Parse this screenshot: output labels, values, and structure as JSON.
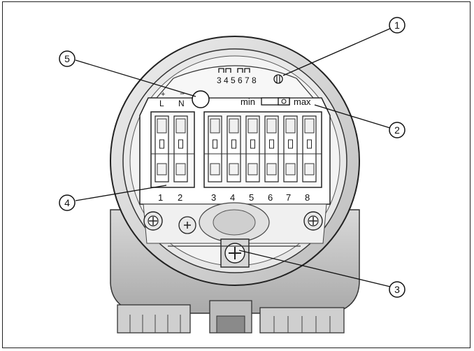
{
  "callouts": [
    "1",
    "2",
    "3",
    "4",
    "5"
  ],
  "terminal_labels": [
    "1",
    "2",
    "3",
    "4",
    "5",
    "6",
    "7",
    "8"
  ],
  "supply_labels": {
    "plus": "+",
    "l": "L",
    "minus": "−",
    "n": "N"
  },
  "switch_numbers": [
    "3",
    "4",
    "5",
    "6",
    "7",
    "8"
  ],
  "adjust": {
    "min": "min",
    "max": "max"
  }
}
